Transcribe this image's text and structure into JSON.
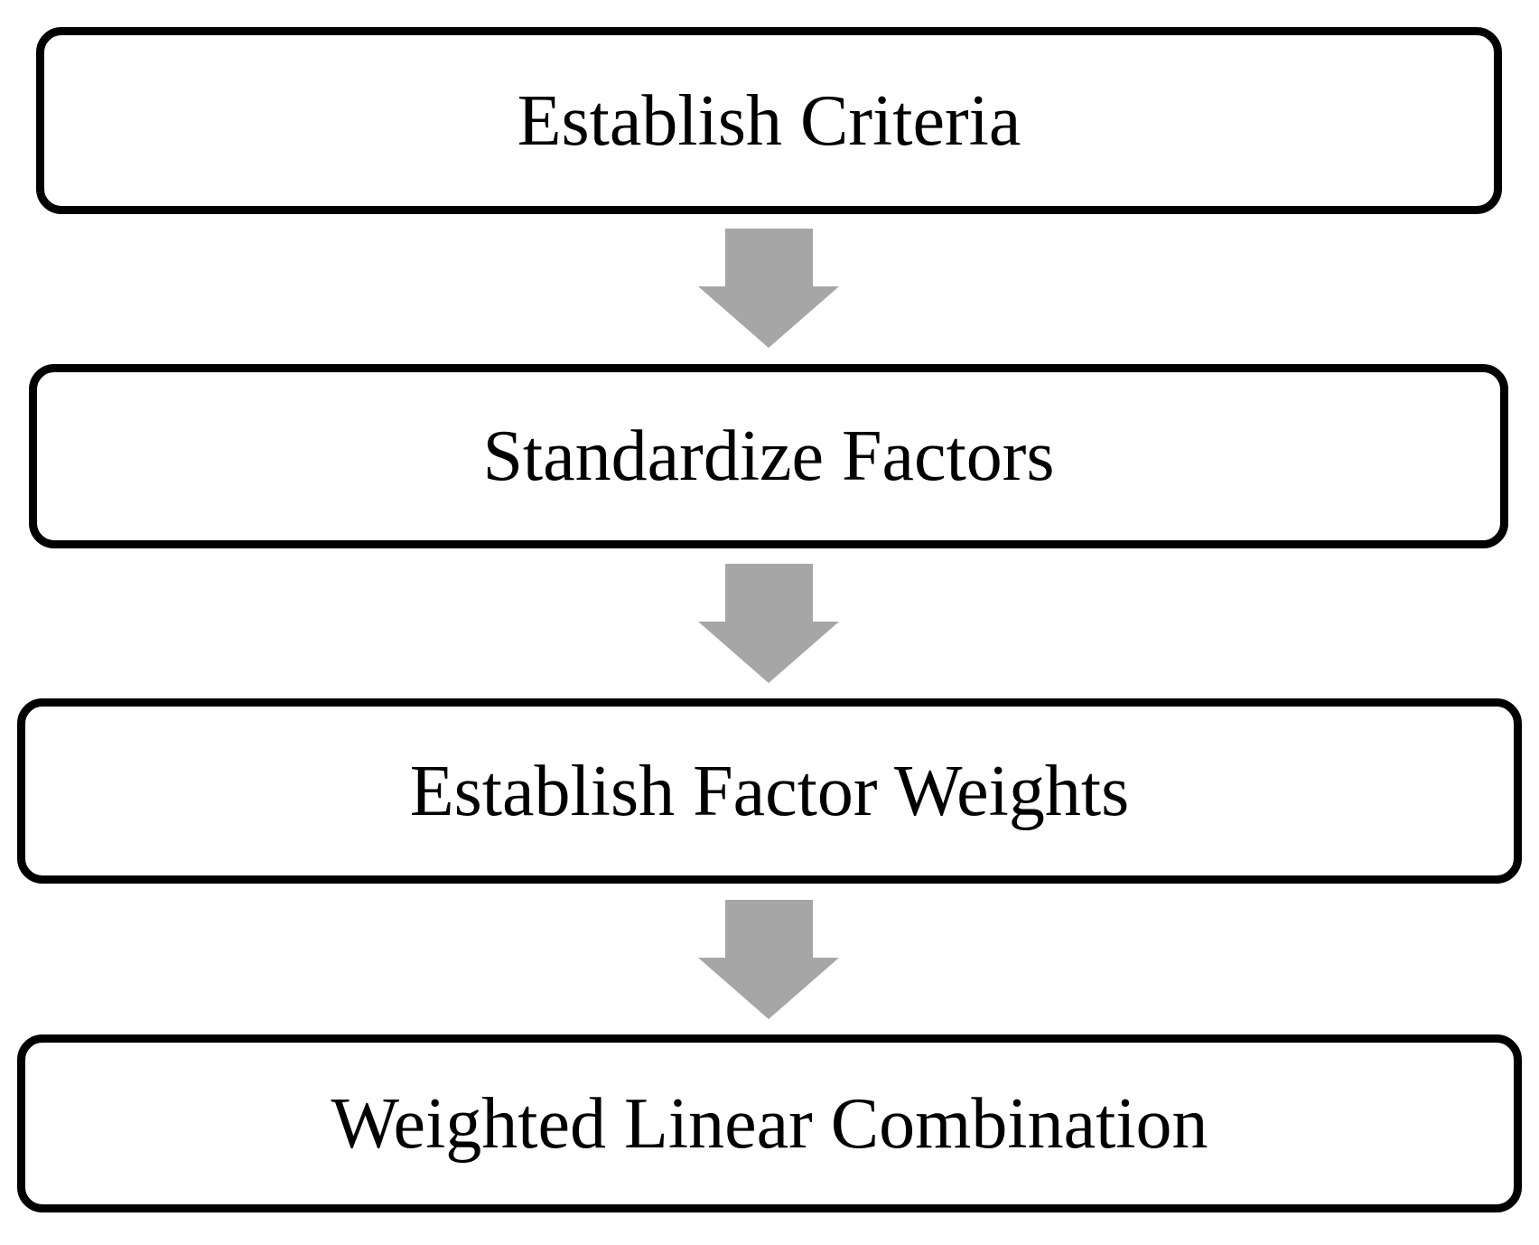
{
  "diagram": {
    "steps": [
      {
        "label": "Establish Criteria"
      },
      {
        "label": "Standardize Factors"
      },
      {
        "label": "Establish Factor Weights"
      },
      {
        "label": "Weighted Linear Combination"
      }
    ],
    "arrow": {
      "direction": "down",
      "color": "#A6A6A6"
    },
    "colors": {
      "box_border": "#000000",
      "box_fill": "#FFFFFF",
      "text": "#000000",
      "background": "#FFFFFF"
    }
  }
}
